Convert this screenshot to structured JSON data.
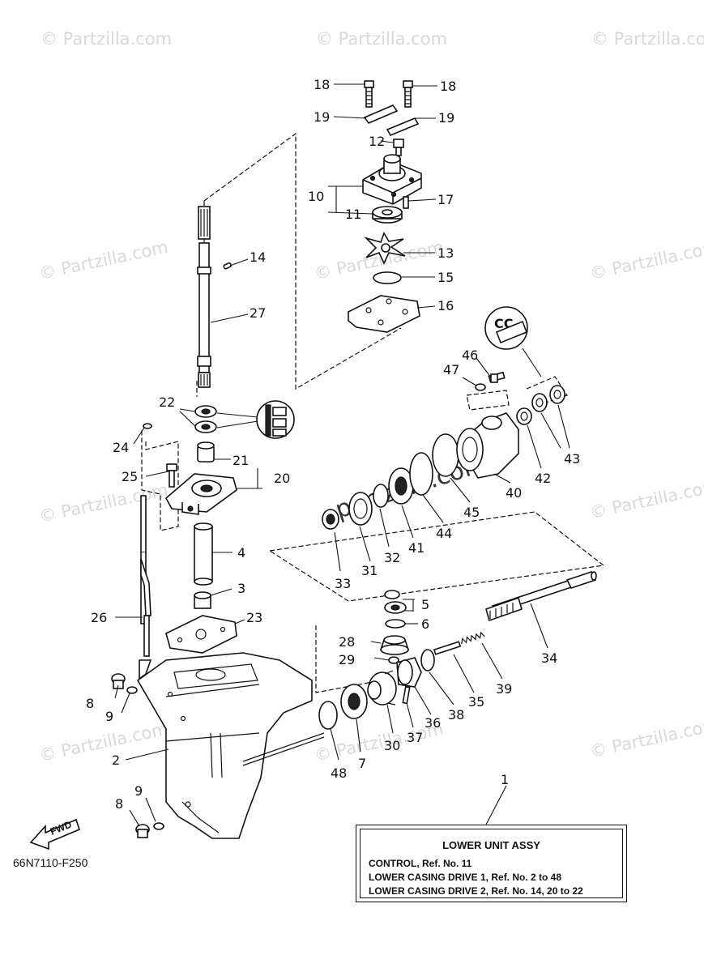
{
  "watermark": "© Partzilla.com",
  "watermark_center": "partzilla.com",
  "diagram_code": "66N7110-F250",
  "fwd_label": "FWD",
  "lubricant_label": "CC",
  "info_box": {
    "title": "LOWER UNIT ASSY",
    "lines": [
      "CONTROL,  Ref. No. 11",
      "LOWER CASING DRIVE 1, Ref. No. 2 to 48",
      "LOWER CASING DRIVE 2, Ref. No. 14, 20 to 22"
    ]
  },
  "callouts": [
    "1",
    "2",
    "3",
    "4",
    "5",
    "6",
    "7",
    "8",
    "8",
    "9",
    "9",
    "10",
    "11",
    "12",
    "13",
    "14",
    "15",
    "16",
    "17",
    "18",
    "18",
    "19",
    "19",
    "20",
    "21",
    "22",
    "23",
    "24",
    "25",
    "26",
    "27",
    "28",
    "29",
    "30",
    "31",
    "32",
    "33",
    "34",
    "35",
    "36",
    "37",
    "38",
    "39",
    "40",
    "41",
    "42",
    "43",
    "44",
    "45",
    "46",
    "47",
    "48"
  ]
}
